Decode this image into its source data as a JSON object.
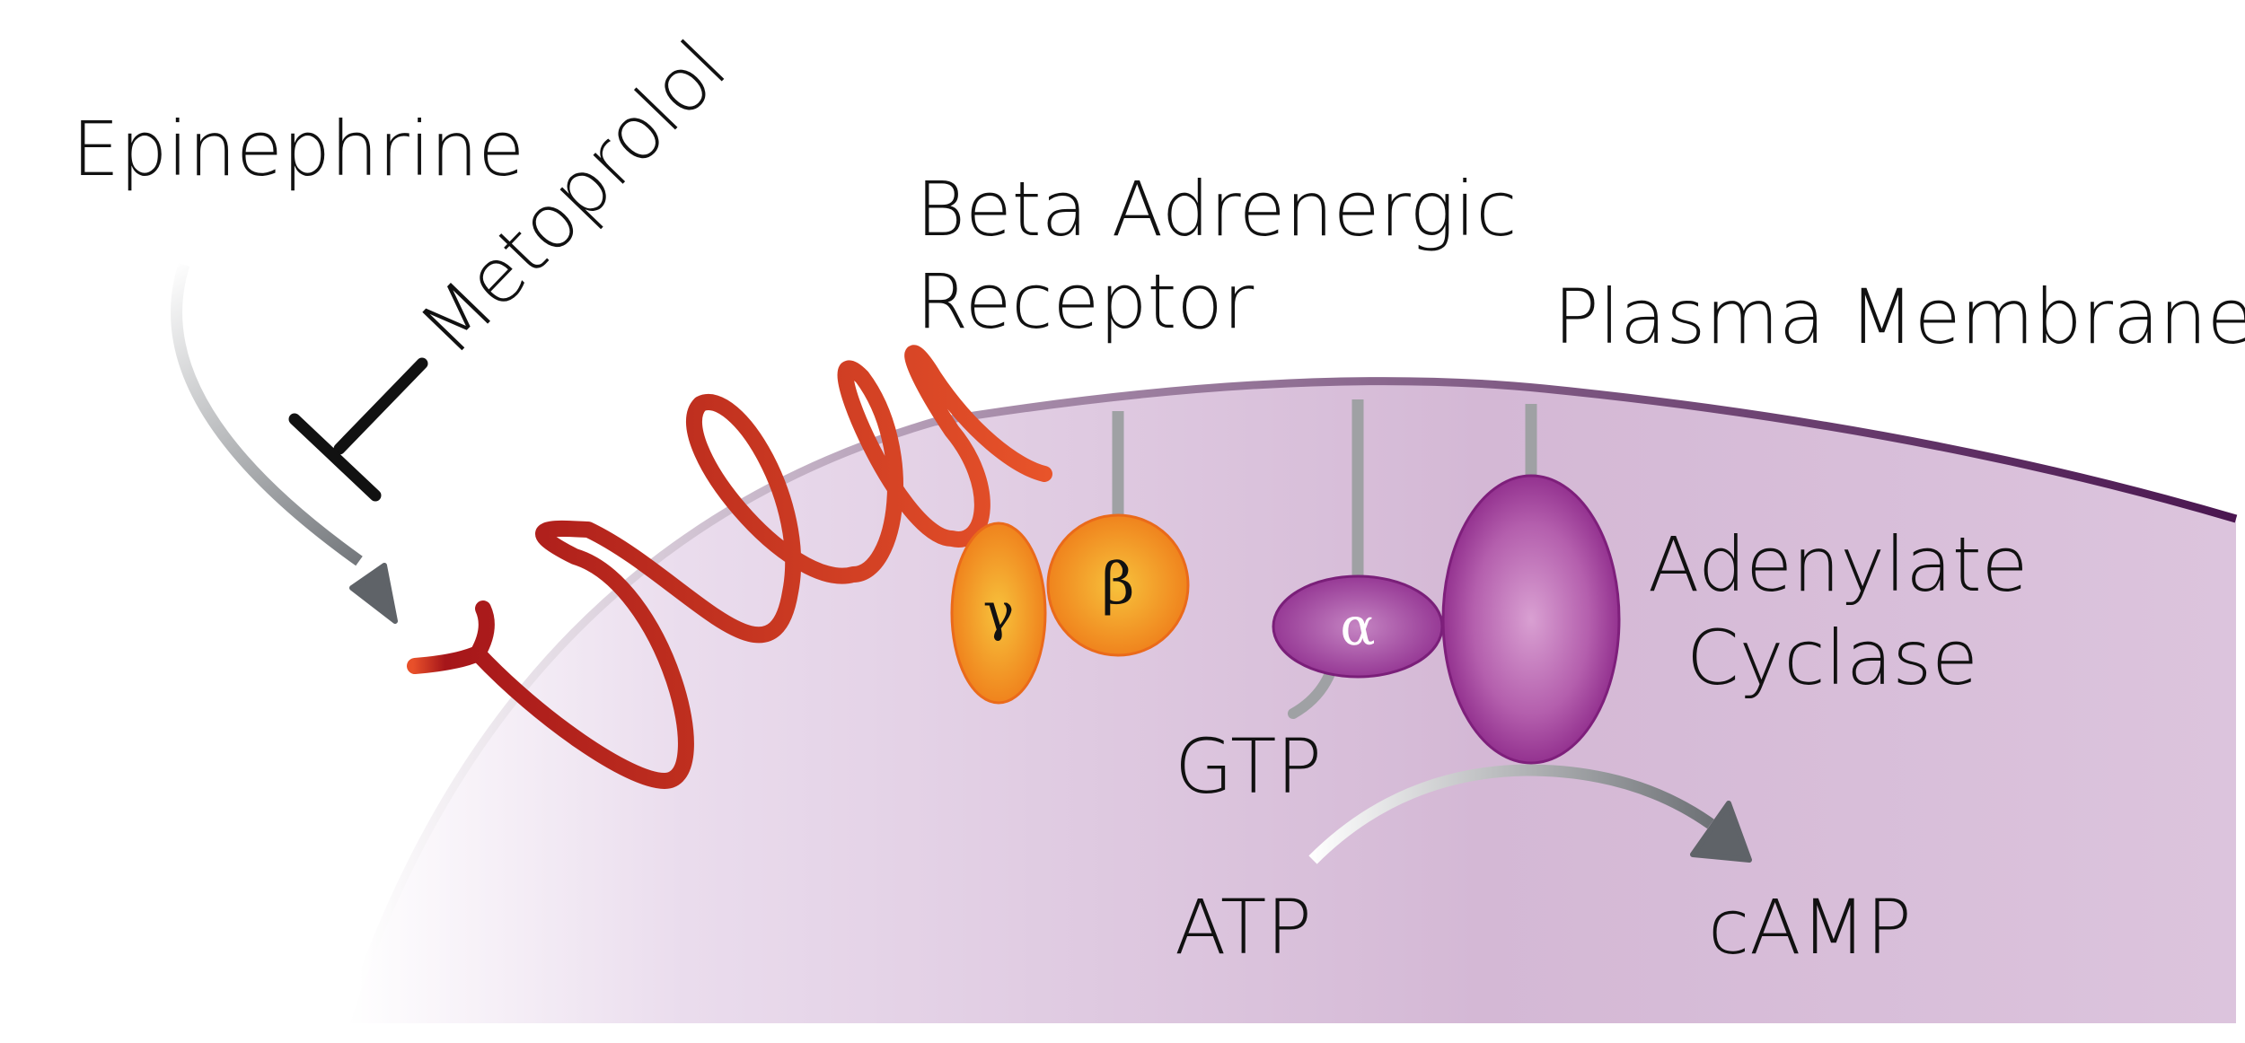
{
  "labels": {
    "epinephrine": "Epinephrine",
    "metoprolol": "Metoprolol",
    "receptor_line1": "Beta Adrenergic",
    "receptor_line2": "Receptor",
    "plasma_membrane": "Plasma Membrane",
    "adenylate_line1": "Adenylate",
    "adenylate_line2": "Cyclase",
    "gtp": "GTP",
    "atp": "ATP",
    "camp": "cAMP"
  },
  "subunits": {
    "gamma": "γ",
    "beta": "β",
    "alpha": "α"
  },
  "colors": {
    "cell_interior": "#d6b8d6",
    "membrane_dark": "#4a1650",
    "receptor_dark": "#a6161a",
    "receptor_light": "#e8502a",
    "g_protein_orange": "#f29a22",
    "alpha_purple": "#8d2a8c",
    "adenylate_cyclase": "#9a3396",
    "arrow_grey": "#5f6368",
    "inhibitor_black": "#111111"
  }
}
